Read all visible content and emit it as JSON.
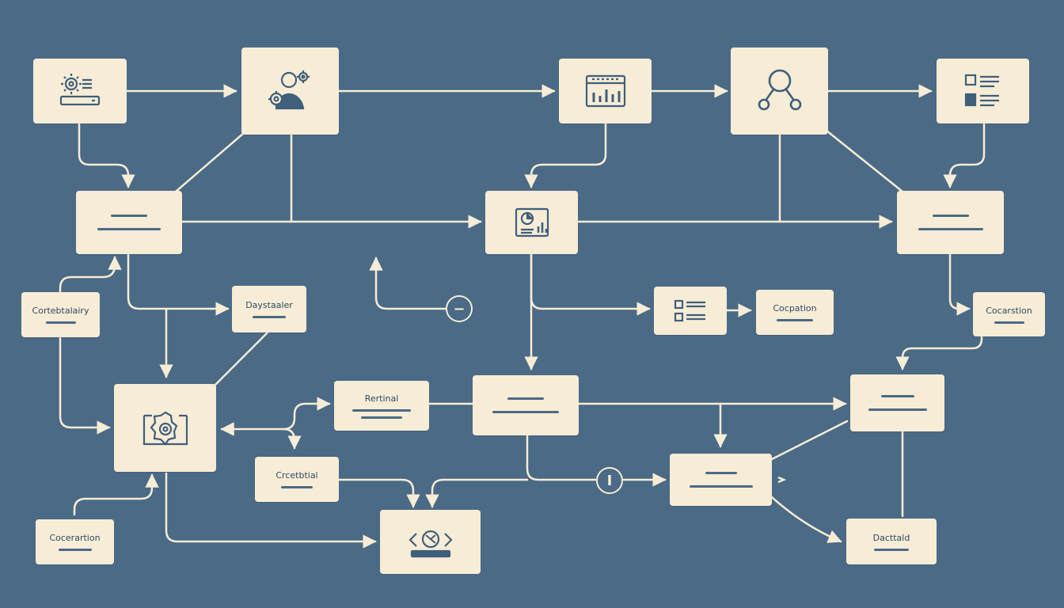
{
  "colors": {
    "background": "#4a6a86",
    "node": "#f7ecd6",
    "line": "#f7ecd6",
    "icon": "#3f5f7b"
  },
  "nodes": {
    "server": {
      "icon": "server-settings-icon"
    },
    "user_settings": {
      "icon": "user-gears-icon"
    },
    "dashboard": {
      "icon": "bar-chart-window-icon"
    },
    "network": {
      "icon": "network-nodes-icon"
    },
    "checklist": {
      "icon": "checklist-icon"
    },
    "report": {
      "icon": "report-chart-icon"
    },
    "left_card_label": "Cortebtalairy",
    "middle_card_label": "Daystaaler",
    "list_card": {
      "icon": "list-icon"
    },
    "cocpation_label": "Cocpation",
    "cocarstion_label": "Cocarstion",
    "gear_hub": {
      "icon": "gear-frame-icon"
    },
    "rertinal_label": "Rertinal",
    "crcetbtial_label": "Crcetbtial",
    "cocerartion_label": "Cocerartion",
    "code_node": {
      "icon": "code-window-icon"
    },
    "dactttald_label": "Dacttald"
  },
  "buttons": {
    "minus_symbol": "−",
    "info_symbol": "I"
  }
}
